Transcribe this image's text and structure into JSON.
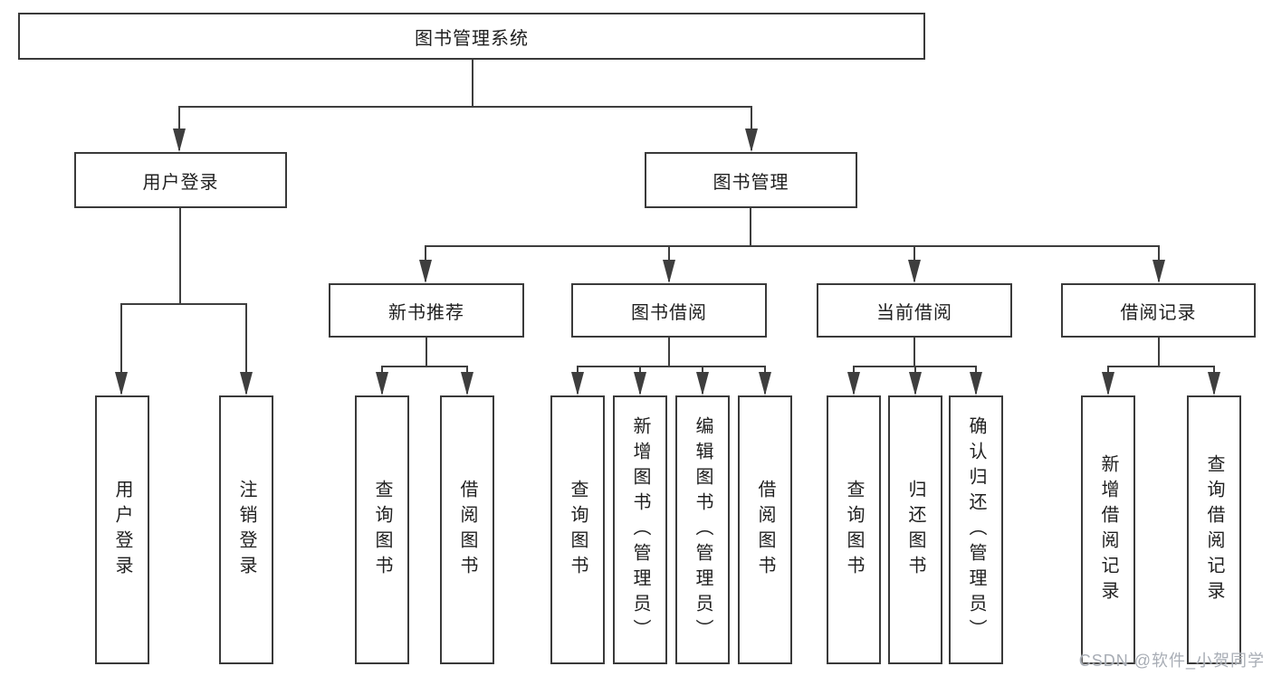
{
  "colors": {
    "line": "#3e3e3e",
    "box_border": "#3a3a3a",
    "text": "#1f1f1f",
    "bg": "#ffffff",
    "watermark": "#a8adb5"
  },
  "tree": {
    "root": {
      "label": "图书管理系统"
    },
    "children": [
      {
        "label": "用户登录",
        "children": [
          {
            "label": "用户登录"
          },
          {
            "label": "注销登录"
          }
        ]
      },
      {
        "label": "图书管理",
        "children": [
          {
            "label": "新书推荐",
            "children": [
              {
                "label": "查询图书"
              },
              {
                "label": "借阅图书"
              }
            ]
          },
          {
            "label": "图书借阅",
            "children": [
              {
                "label": "查询图书"
              },
              {
                "label": "新增图书（管理员）"
              },
              {
                "label": "编辑图书（管理员）"
              },
              {
                "label": "借阅图书"
              }
            ]
          },
          {
            "label": "当前借阅",
            "children": [
              {
                "label": "查询图书"
              },
              {
                "label": "归还图书"
              },
              {
                "label": "确认归还（管理员）"
              }
            ]
          },
          {
            "label": "借阅记录",
            "children": [
              {
                "label": "新增借阅记录"
              },
              {
                "label": "查询借阅记录"
              }
            ]
          }
        ]
      }
    ]
  },
  "watermark": {
    "text": "CSDN @软件_小贺同学"
  }
}
